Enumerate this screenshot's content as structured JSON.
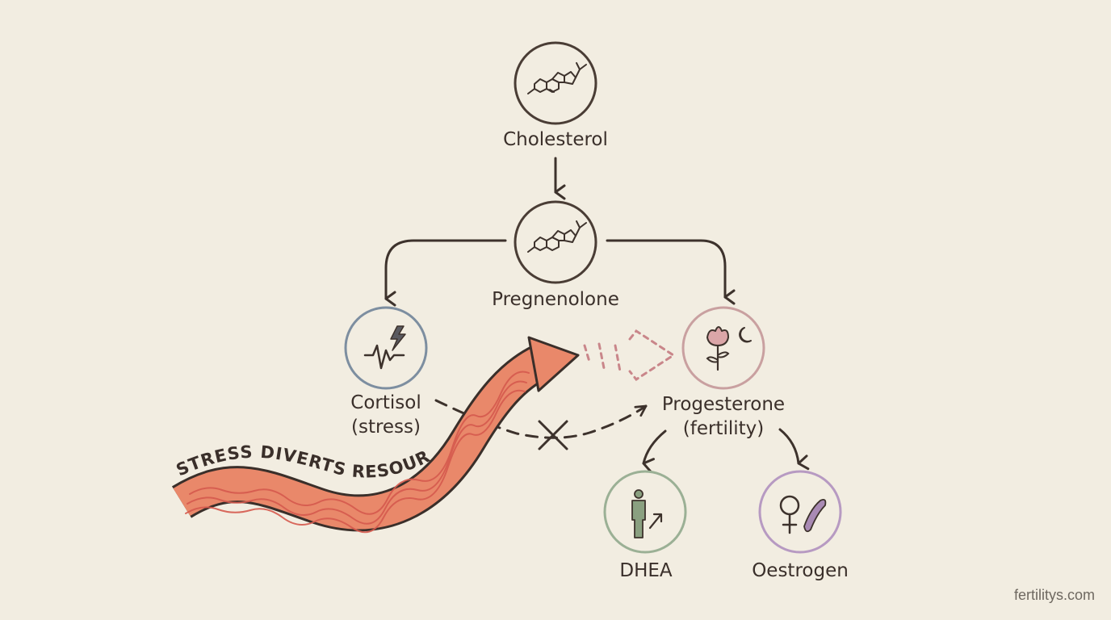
{
  "nodes": {
    "cholesterol": {
      "label": "Cholesterol",
      "icon": "steroid-molecule-icon",
      "ring_color": "#4a3d35"
    },
    "pregnenolone": {
      "label": "Pregnenolone",
      "icon": "steroid-molecule-icon",
      "ring_color": "#4a3d35"
    },
    "cortisol": {
      "line1": "Cortisol",
      "line2": "(stress)",
      "icon": "heartbeat-lightning-icon",
      "ring_color": "#7d8ea0"
    },
    "progesterone": {
      "line1": "Progesterone",
      "line2": "(fertility)",
      "icon": "flower-moon-icon",
      "ring_color": "#c9a0a0"
    },
    "dhea": {
      "label": "DHEA",
      "icon": "person-male-arrow-icon",
      "ring_color": "#9bb095"
    },
    "oestrogen": {
      "label": "Oestrogen",
      "icon": "female-symbol-icon",
      "ring_color": "#b79ac2"
    }
  },
  "banner": {
    "text": "STRESS DIVERTS RESOURCES",
    "color": "#e9886a"
  },
  "watermark": "fertilitys.com",
  "colors": {
    "background": "#f2ede1",
    "line": "#3d322c",
    "blocked_arrow": "#c9868a"
  }
}
